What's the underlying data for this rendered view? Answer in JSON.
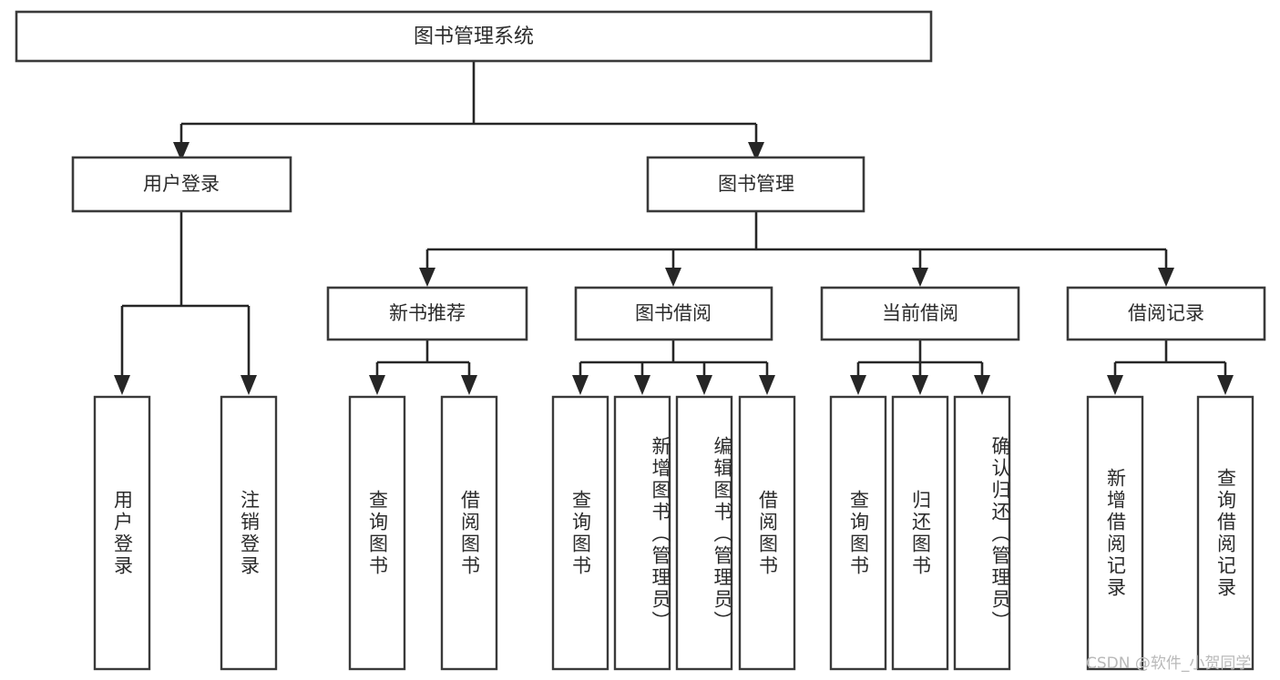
{
  "diagram": {
    "title": "图书管理系统",
    "type": "tree",
    "orientation": "top-down",
    "colors": {
      "box_stroke": "#3a3a3a",
      "connector": "#262626",
      "text": "#2b2b2b",
      "background": "#ffffff",
      "watermark": "#b9b9b9"
    },
    "root": {
      "id": "root",
      "label": "图书管理系统"
    },
    "level2": [
      {
        "id": "user-login",
        "label": "用户登录"
      },
      {
        "id": "book-manage",
        "label": "图书管理"
      }
    ],
    "level3": [
      {
        "id": "new-book-rec",
        "label": "新书推荐",
        "parent": "book-manage"
      },
      {
        "id": "book-borrow",
        "label": "图书借阅",
        "parent": "book-manage"
      },
      {
        "id": "current-borrow",
        "label": "当前借阅",
        "parent": "book-manage"
      },
      {
        "id": "borrow-record",
        "label": "借阅记录",
        "parent": "book-manage"
      }
    ],
    "leaves": [
      {
        "id": "leaf-user-login",
        "label": "用户登录",
        "parent": "user-login"
      },
      {
        "id": "leaf-user-logout",
        "label": "注销登录",
        "parent": "user-login"
      },
      {
        "id": "leaf-query-book-1",
        "label": "查询图书",
        "parent": "new-book-rec"
      },
      {
        "id": "leaf-borrow-book-1",
        "label": "借阅图书",
        "parent": "new-book-rec"
      },
      {
        "id": "leaf-query-book-2",
        "label": "查询图书",
        "parent": "book-borrow"
      },
      {
        "id": "leaf-add-book",
        "label": "新增图书（管理员）",
        "parent": "book-borrow"
      },
      {
        "id": "leaf-edit-book",
        "label": "编辑图书（管理员）",
        "parent": "book-borrow"
      },
      {
        "id": "leaf-borrow-book-2",
        "label": "借阅图书",
        "parent": "book-borrow"
      },
      {
        "id": "leaf-query-book-3",
        "label": "查询图书",
        "parent": "current-borrow"
      },
      {
        "id": "leaf-return-book",
        "label": "归还图书",
        "parent": "current-borrow"
      },
      {
        "id": "leaf-confirm-return",
        "label": "确认归还（管理员）",
        "parent": "current-borrow"
      },
      {
        "id": "leaf-add-record",
        "label": "新增借阅记录",
        "parent": "borrow-record"
      },
      {
        "id": "leaf-query-record",
        "label": "查询借阅记录",
        "parent": "borrow-record"
      }
    ]
  },
  "watermark": {
    "text": "CSDN @软件_小贺同学"
  }
}
